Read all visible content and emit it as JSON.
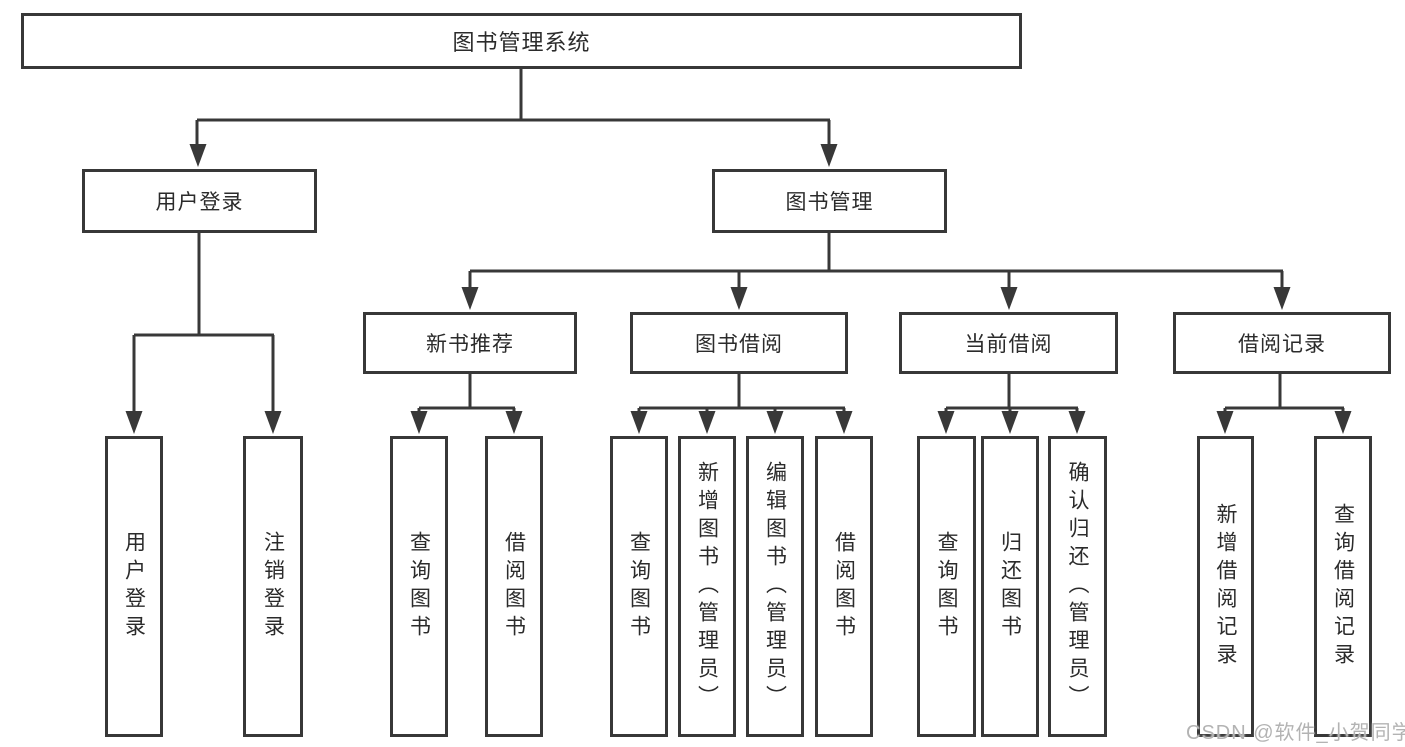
{
  "diagram": {
    "tree": {
      "root": "图书管理系统",
      "children": [
        {
          "label": "用户登录",
          "children": [
            {
              "label": "用户登录"
            },
            {
              "label": "注销登录"
            }
          ]
        },
        {
          "label": "图书管理",
          "children": [
            {
              "label": "新书推荐",
              "children": [
                {
                  "label": "查询图书"
                },
                {
                  "label": "借阅图书"
                }
              ]
            },
            {
              "label": "图书借阅",
              "children": [
                {
                  "label": "查询图书"
                },
                {
                  "label": "新增图书（管理员）"
                },
                {
                  "label": "编辑图书（管理员）"
                },
                {
                  "label": "借阅图书"
                }
              ]
            },
            {
              "label": "当前借阅",
              "children": [
                {
                  "label": "查询图书"
                },
                {
                  "label": "归还图书"
                },
                {
                  "label": "确认归还（管理员）"
                }
              ]
            },
            {
              "label": "借阅记录",
              "children": [
                {
                  "label": "新增借阅记录"
                },
                {
                  "label": "查询借阅记录"
                }
              ]
            }
          ]
        }
      ]
    },
    "colors": {
      "line": "#383838",
      "box_border": "#383838",
      "box_background": "#ffffff",
      "text": "#2b2b2b",
      "watermark": "#b3b3b3",
      "page_background": "#ffffff"
    }
  },
  "watermark": {
    "text": "CSDN @软件_小贺同学"
  }
}
